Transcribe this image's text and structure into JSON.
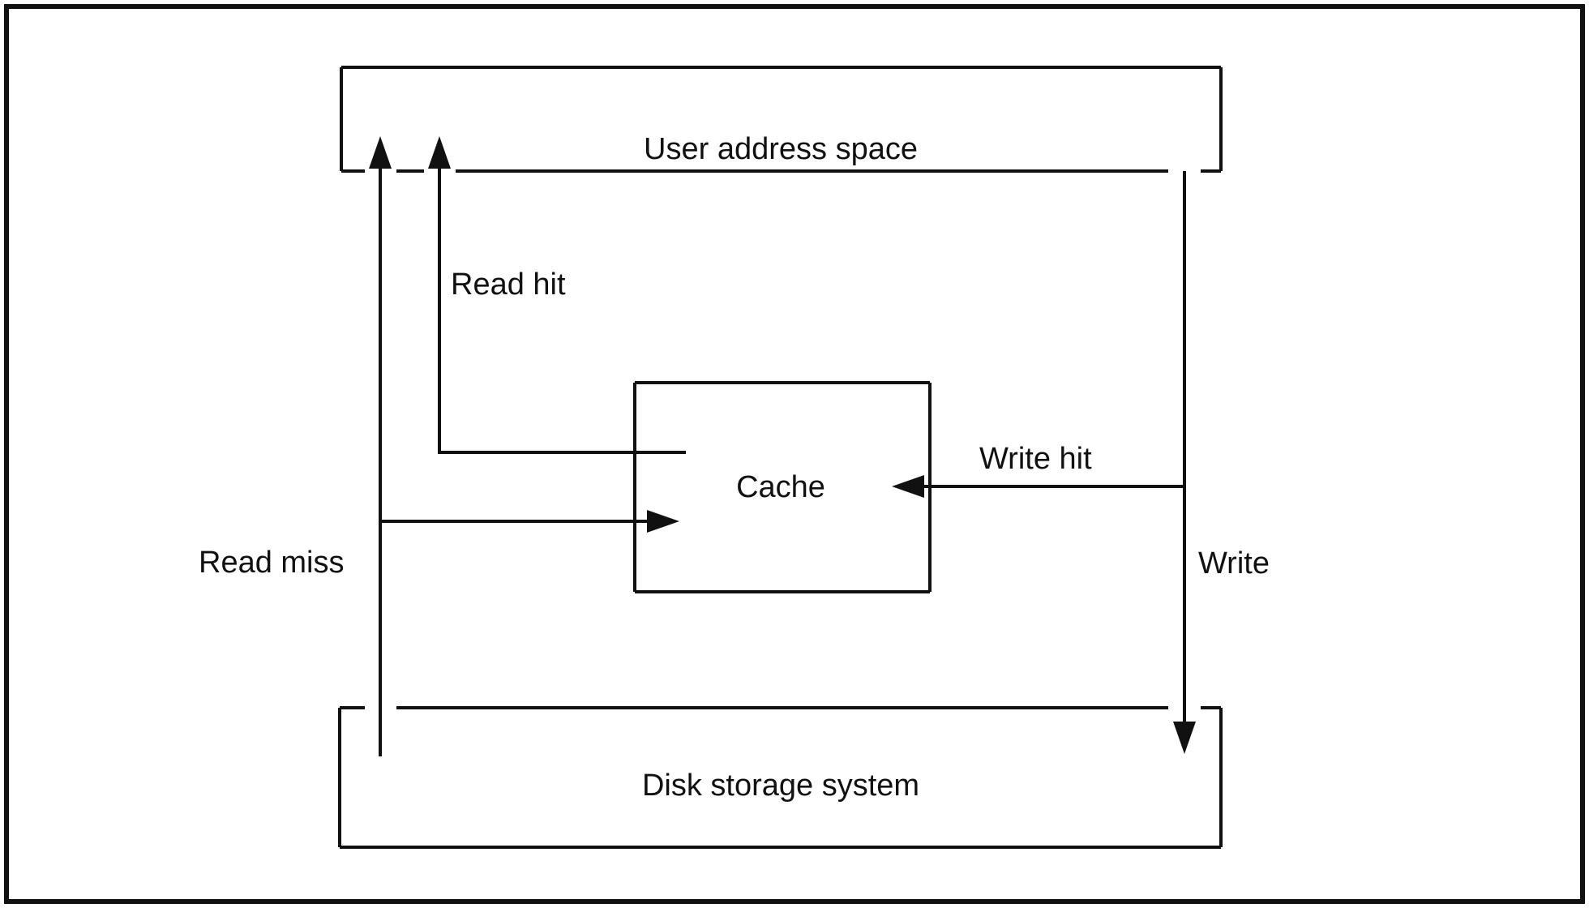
{
  "figure": {
    "type": "block-diagram",
    "title": "Disk cache data flow diagram",
    "background_color": "#ffffff",
    "line_color": "#111111",
    "text_color": "#111111"
  },
  "blocks": {
    "user_address_space": {
      "label": "User address space",
      "shape": "rectangle"
    },
    "cache": {
      "label": "Cache",
      "shape": "rectangle"
    },
    "disk_storage_system": {
      "label": "Disk storage system",
      "shape": "rectangle"
    }
  },
  "flows": [
    {
      "label": "Read hit",
      "from": "cache",
      "to": "user_address_space",
      "direction": "up"
    },
    {
      "label": "Read miss",
      "from": "disk_storage_system",
      "to": "user_address_space",
      "direction": "up",
      "note": "branches into cache"
    },
    {
      "label": "Write hit",
      "from": "user_address_space",
      "to": "cache",
      "direction": "left"
    },
    {
      "label": "Write",
      "from": "user_address_space",
      "to": "disk_storage_system",
      "direction": "down"
    }
  ],
  "labels": {
    "read_hit": "Read hit",
    "read_miss": "Read miss",
    "write_hit": "Write hit",
    "write": "Write",
    "user_address_space": "User address space",
    "cache": "Cache",
    "disk_storage_system": "Disk storage system"
  }
}
